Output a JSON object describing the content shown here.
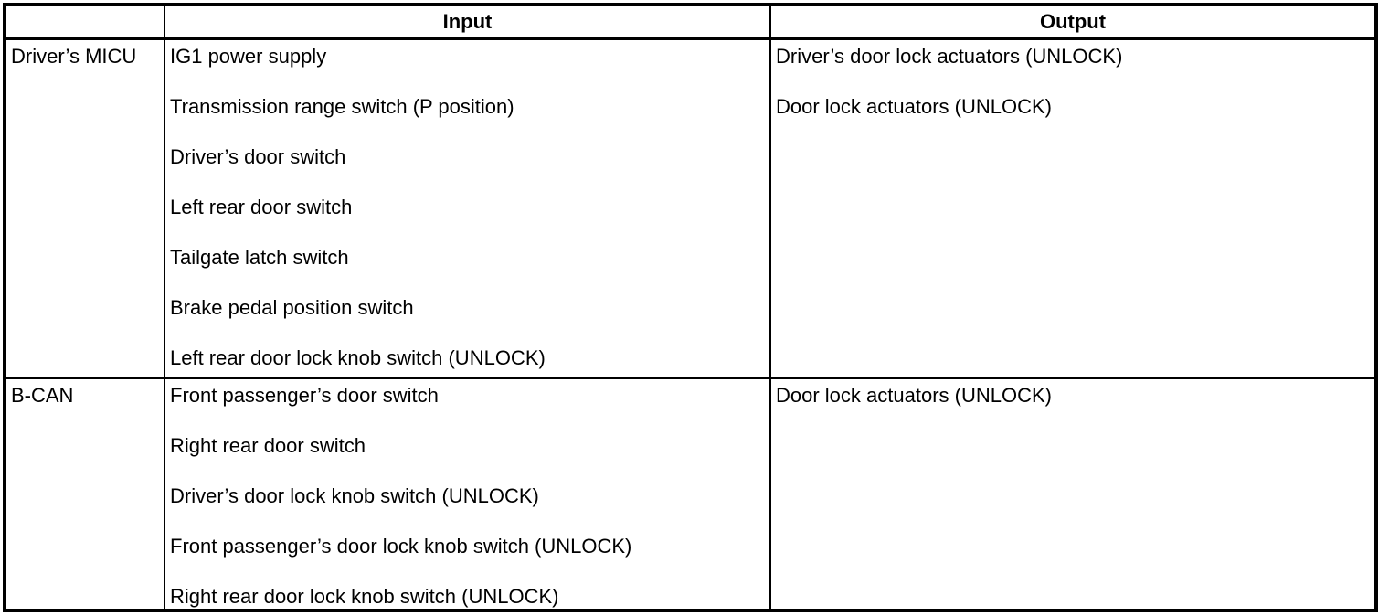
{
  "page": {
    "background": "#ffffff",
    "text_color": "#000000",
    "border_color": "#000000"
  },
  "table": {
    "headers": {
      "source": "",
      "input": "Input",
      "output": "Output"
    },
    "rows": [
      {
        "source": "Driver’s MICU",
        "inputs": [
          "IG1 power supply",
          "Transmission range switch (P position)",
          "Driver’s door switch",
          "Left rear door switch",
          "Tailgate latch switch",
          "Brake pedal position switch",
          "Left rear door lock knob switch (UNLOCK)"
        ],
        "outputs": [
          "Driver’s door lock actuators (UNLOCK)",
          "Door lock actuators (UNLOCK)"
        ]
      },
      {
        "source": "B-CAN",
        "inputs": [
          "Front passenger’s door switch",
          "Right rear door switch",
          "Driver’s door lock knob switch (UNLOCK)",
          "Front passenger’s door lock knob switch (UNLOCK)",
          "Right rear door lock knob switch (UNLOCK)"
        ],
        "outputs": [
          "Door lock actuators (UNLOCK)"
        ]
      }
    ]
  }
}
